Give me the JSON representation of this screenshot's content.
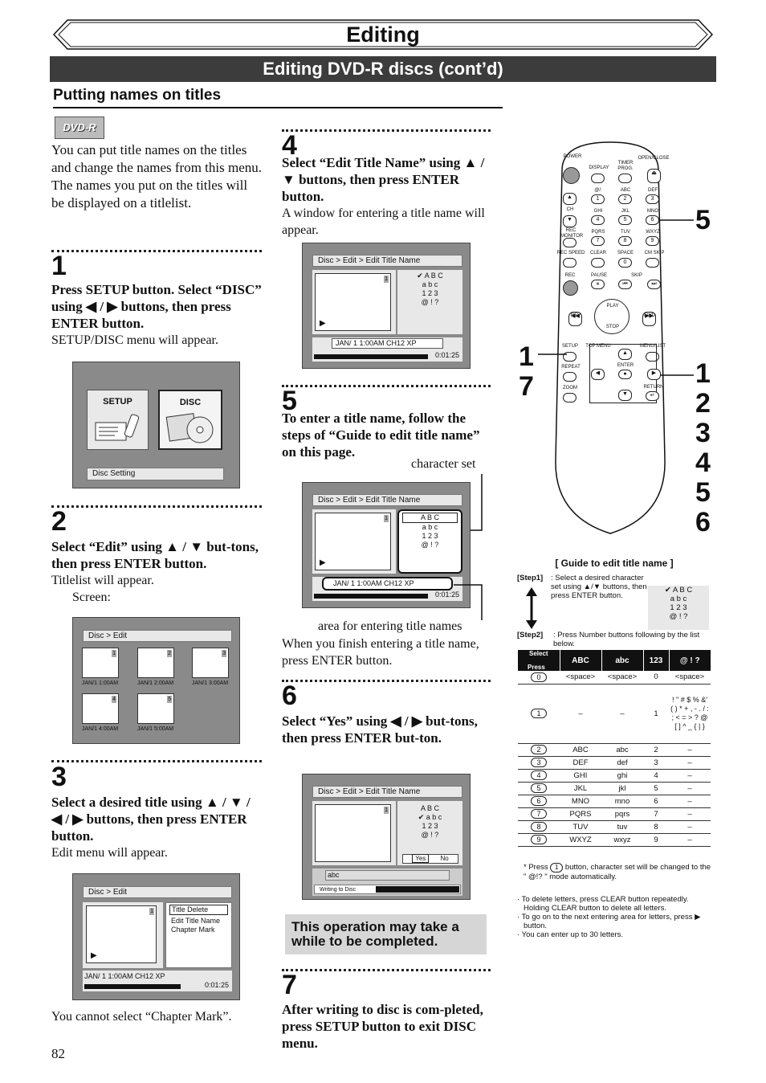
{
  "header": {
    "title": "Editing",
    "subtitle": "Editing DVD-R discs (cont’d)"
  },
  "section_title": "Putting names on titles",
  "dvd_logo": "DVD-R",
  "intro": {
    "p1": "You can put title names on the titles and change the names from this menu.",
    "p2": "The names you put on the titles will be displayed on a titlelist."
  },
  "steps": {
    "s1": {
      "num": "1",
      "bold": "Press SETUP button. Select “DISC” using ◀ / ▶ buttons, then press ENTER button.",
      "text": "SETUP/DISC menu will appear."
    },
    "s2": {
      "num": "2",
      "bold": "Select “Edit” using ▲ / ▼ but-tons, then press ENTER button.",
      "text": "Titlelist will appear.",
      "screen_label": "Screen:"
    },
    "s3": {
      "num": "3",
      "bold": "Select a desired title using ▲ / ▼ / ◀ / ▶ buttons, then press ENTER button.",
      "text": "Edit menu will appear.",
      "note": "You cannot select “Chapter Mark”."
    },
    "s4": {
      "num": "4",
      "bold": "Select “Edit Title Name” using ▲ / ▼ buttons, then press ENTER button.",
      "text": "A window for entering a title name will appear."
    },
    "s5": {
      "num": "5",
      "bold": "To enter a title name, follow the steps of “Guide to edit title name” on this page.",
      "callout_charset": "character set",
      "callout_area": "area for entering title names",
      "text": "When you finish entering a title name, press ENTER button."
    },
    "s6": {
      "num": "6",
      "bold": "Select “Yes” using ◀ / ▶ but-tons, then press ENTER but-ton."
    },
    "s7": {
      "num": "7",
      "bold": "After writing to disc is com-pleted, press SETUP button to exit DISC menu."
    }
  },
  "note_box": "This operation may take a while to be completed.",
  "page_number": "82",
  "screens": {
    "setup": {
      "setup_label": "SETUP",
      "disc_label": "DISC",
      "status": "Disc Setting"
    },
    "titlelist": {
      "breadcrumb": "Disc > Edit",
      "thumbs": [
        {
          "n": "1",
          "date": "JAN/1",
          "time": "1:00AM"
        },
        {
          "n": "2",
          "date": "JAN/1",
          "time": "2:00AM"
        },
        {
          "n": "3",
          "date": "JAN/1",
          "time": "3:00AM"
        },
        {
          "n": "4",
          "date": "JAN/1",
          "time": "4:00AM"
        },
        {
          "n": "5",
          "date": "JAN/1",
          "time": "5:00AM"
        }
      ]
    },
    "editmenu": {
      "breadcrumb": "Disc > Edit",
      "thumb_n": "1",
      "items": [
        "Title Delete",
        "Edit Title Name",
        "Chapter Mark"
      ],
      "info": "JAN/ 1   1:00AM  CH12     XP",
      "time": "0:01:25"
    },
    "edittitle": {
      "breadcrumb": "Disc > Edit > Edit Title Name",
      "thumb_n": "1",
      "charsets": [
        "A B C",
        "a b c",
        "1 2 3",
        "@ ! ?"
      ],
      "info": "JAN/ 1   1:00AM   CH12   XP",
      "time": "0:01:25"
    },
    "confirm": {
      "breadcrumb": "Disc > Edit > Edit Title Name",
      "thumb_n": "1",
      "charsets": [
        "A B C",
        "a b c",
        "1 2 3",
        "@ ! ?"
      ],
      "yes": "Yes",
      "no": "No",
      "entry": "abc",
      "writing": "Writing to Disc"
    }
  },
  "remote": {
    "labels": [
      "POWER",
      "DISPLAY",
      "TIMER PROG.",
      "OPEN/CLOSE",
      "@/:",
      "ABC",
      "DEF",
      "CH",
      "GHI",
      "JKL",
      "MNO",
      "REC MONITOR",
      "PQRS",
      "TUV",
      "WXYZ",
      "REC SPEED",
      "CLEAR",
      "SPACE",
      "CM SKIP",
      "REC",
      "PAUSE",
      "SKIP",
      "REV",
      "PLAY",
      "FWD",
      "STOP",
      "SETUP",
      "TOP MENU",
      "MENU/LIST",
      "REPEAT",
      "ENTER",
      "ZOOM",
      "RETURN"
    ],
    "keys": [
      "1",
      "2",
      "3",
      "4",
      "5",
      "6",
      "7",
      "8",
      "9",
      "0"
    ],
    "callout_right_top": "5",
    "callout_left": [
      "1",
      "7"
    ],
    "callout_right": [
      "1",
      "2",
      "3",
      "4",
      "5",
      "6"
    ]
  },
  "guide": {
    "title": "[ Guide to edit title name ]",
    "step1_label": "[Step1]",
    "step1_text": ": Select a desired character set using ▲/▼ buttons, then press ENTER button.",
    "step1_sets": [
      "A B C",
      "a b c",
      "1 2 3",
      "@ ! ?"
    ],
    "step2_label": "[Step2]",
    "step2_text": ": Press Number buttons following by the list below.",
    "corner_select": "Select",
    "corner_press": "Press",
    "columns": [
      "ABC",
      "abc",
      "123",
      "@ ! ?"
    ],
    "rows": [
      {
        "key": "0",
        "cells": [
          "<space>",
          "<space>",
          "0",
          "<space>"
        ]
      },
      {
        "key": "1",
        "cells": [
          "–",
          "–",
          "1",
          "! \" # $ % &' ( ) * + , - . / : ; < = > ? @ [ ] ^ _ { | }"
        ]
      },
      {
        "key": "2",
        "cells": [
          "ABC",
          "abc",
          "2",
          "–"
        ]
      },
      {
        "key": "3",
        "cells": [
          "DEF",
          "def",
          "3",
          "–"
        ]
      },
      {
        "key": "4",
        "cells": [
          "GHI",
          "ghi",
          "4",
          "–"
        ]
      },
      {
        "key": "5",
        "cells": [
          "JKL",
          "jkl",
          "5",
          "–"
        ]
      },
      {
        "key": "6",
        "cells": [
          "MNO",
          "mno",
          "6",
          "–"
        ]
      },
      {
        "key": "7",
        "cells": [
          "PQRS",
          "pqrs",
          "7",
          "–"
        ]
      },
      {
        "key": "8",
        "cells": [
          "TUV",
          "tuv",
          "8",
          "–"
        ]
      },
      {
        "key": "9",
        "cells": [
          "WXYZ",
          "wxyz",
          "9",
          "–"
        ]
      }
    ],
    "footnote_a": "* Press",
    "footnote_key": "1",
    "footnote_b": "button, character set will be changed to the \" @!? \" mode automatically.",
    "bullets": [
      "To delete letters, press CLEAR button repeatedly. Holding CLEAR button to delete all letters.",
      "To go on to the next entering area for letters, press ▶ button.",
      "You can enter up to 30 letters."
    ]
  }
}
